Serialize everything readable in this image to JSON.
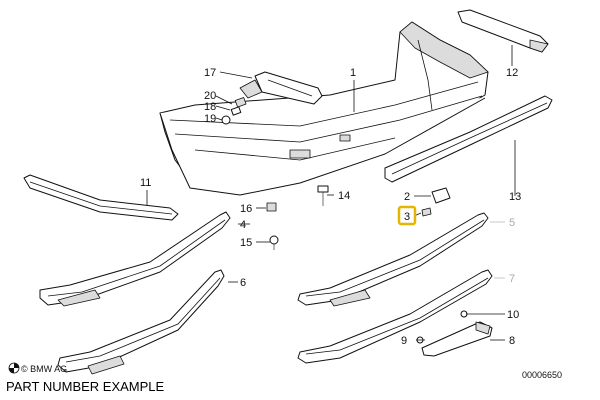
{
  "diagram": {
    "callouts": [
      {
        "id": "1",
        "label": "1"
      },
      {
        "id": "2",
        "label": "2"
      },
      {
        "id": "3",
        "label": "3"
      },
      {
        "id": "4",
        "label": "4"
      },
      {
        "id": "5",
        "label": "5"
      },
      {
        "id": "6",
        "label": "6"
      },
      {
        "id": "7",
        "label": "7"
      },
      {
        "id": "8",
        "label": "8"
      },
      {
        "id": "9",
        "label": "9"
      },
      {
        "id": "10",
        "label": "10"
      },
      {
        "id": "11",
        "label": "11"
      },
      {
        "id": "12",
        "label": "12"
      },
      {
        "id": "13",
        "label": "13"
      },
      {
        "id": "14",
        "label": "14"
      },
      {
        "id": "15",
        "label": "15"
      },
      {
        "id": "16",
        "label": "16"
      },
      {
        "id": "17",
        "label": "17"
      },
      {
        "id": "18",
        "label": "18"
      },
      {
        "id": "19",
        "label": "19"
      },
      {
        "id": "20",
        "label": "20"
      }
    ],
    "highlighted_callout": "3",
    "highlight_color": "#e4b600",
    "copyright": "© BMW AG",
    "drawing_number": "00006650"
  },
  "caption": "PART NUMBER EXAMPLE"
}
